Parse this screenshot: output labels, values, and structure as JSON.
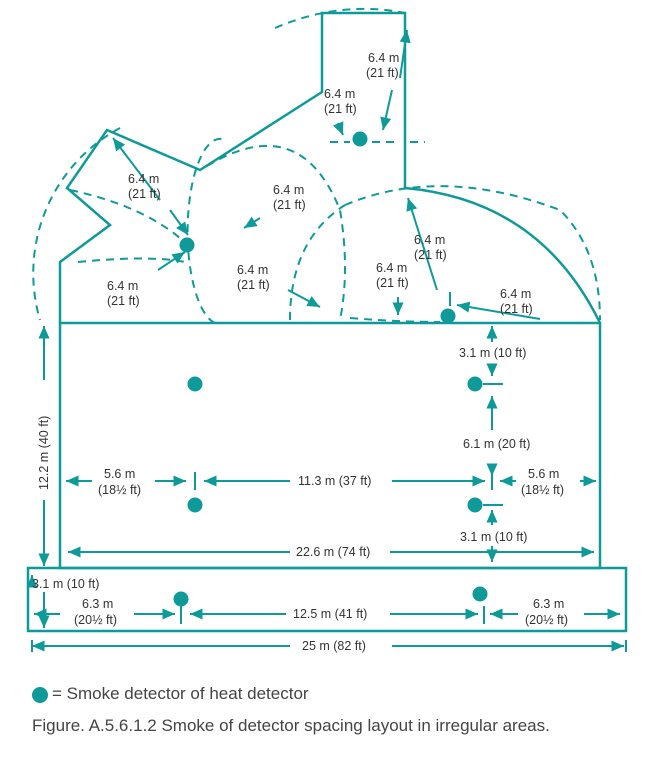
{
  "colors": {
    "accent": "#0f9a9a",
    "text": "#333333"
  },
  "labels": {
    "r_top_m": "6.4 m",
    "r_top_ft": "(21 ft)",
    "r_top2_m": "6.4 m",
    "r_top2_ft": "(21 ft)",
    "r_left_upper_m": "6.4 m",
    "r_left_upper_ft": "(21 ft)",
    "r_left_mid_m": "6.4 m",
    "r_left_mid_ft": "(21 ft)",
    "r_left_lower_m": "6.4 m",
    "r_left_lower_ft": "(21 ft)",
    "r_center_m": "6.4 m",
    "r_center_ft": "(21 ft)",
    "r_right_a_m": "6.4 m",
    "r_right_a_ft": "(21 ft)",
    "r_right_b_m": "6.4 m",
    "r_right_b_ft": "(21 ft)",
    "r_right_c_m": "6.4 m",
    "r_right_c_ft": "(21 ft)",
    "d_3_1_top": "3.1 m (10 ft)",
    "d_12_2": "12.2 m (40 ft)",
    "d_6_1": "6.1 m (20 ft)",
    "d_5_6_left_m": "5.6 m",
    "d_5_6_left_ft": "(18½ ft)",
    "d_11_3": "11.3 m (37 ft)",
    "d_5_6_right_m": "5.6 m",
    "d_5_6_right_ft": "(18½ ft)",
    "d_3_1_mid": "3.1 m (10 ft)",
    "d_22_6": "22.6 m (74 ft)",
    "d_3_1_bottom": "3.1 m (10 ft)",
    "d_6_3_left_m": "6.3 m",
    "d_6_3_left_ft": "(20½ ft)",
    "d_12_5": "12.5 m (41 ft)",
    "d_6_3_right_m": "6.3 m",
    "d_6_3_right_ft": "(20½ ft)",
    "d_25": "25 m (82 ft)"
  },
  "legend": {
    "text": "= Smoke detector of heat detector"
  },
  "caption": "Figure. A.5.6.1.2 Smoke of detector spacing layout in irregular areas."
}
